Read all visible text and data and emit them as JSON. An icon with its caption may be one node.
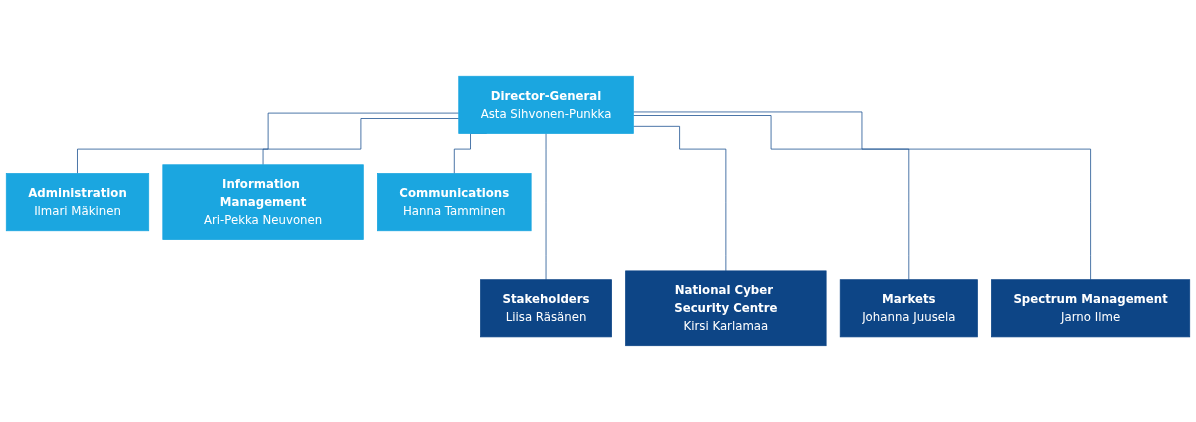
{
  "diagram": {
    "nodes": [
      {
        "text": [
          "Director-General",
          "Asta Sihvonen-Punkka"
        ]
      },
      {
        "text": [
          "Administration",
          "Ilmari Mäkinen"
        ]
      },
      {
        "text": [
          "Information Management",
          "Ari-Pekka Neuvonen"
        ]
      },
      {
        "text": [
          "Communications",
          "Hanna Tamminen"
        ]
      },
      {
        "text": [
          "Stakeholders",
          "Liisa Räsänen"
        ]
      },
      {
        "text": [
          "National Cyber Security Centre",
          "Kirsi Karlamaa"
        ]
      },
      {
        "text": [
          "Markets",
          "Johanna Juusela"
        ]
      },
      {
        "text": [
          "Spectrum Management",
          "Jarno Ilme"
        ]
      }
    ],
    "edges": [
      {
        "from": 0,
        "to": 1,
        "arrow": "none"
      },
      {
        "from": 0,
        "to": 2,
        "arrow": "none"
      },
      {
        "from": 0,
        "to": 3,
        "arrow": "none"
      },
      {
        "from": 0,
        "to": 4,
        "arrow": "none"
      },
      {
        "from": 0,
        "to": 5,
        "arrow": "none"
      },
      {
        "from": 0,
        "to": 6,
        "arrow": "none"
      },
      {
        "from": 0,
        "to": 7,
        "arrow": "none"
      }
    ]
  }
}
